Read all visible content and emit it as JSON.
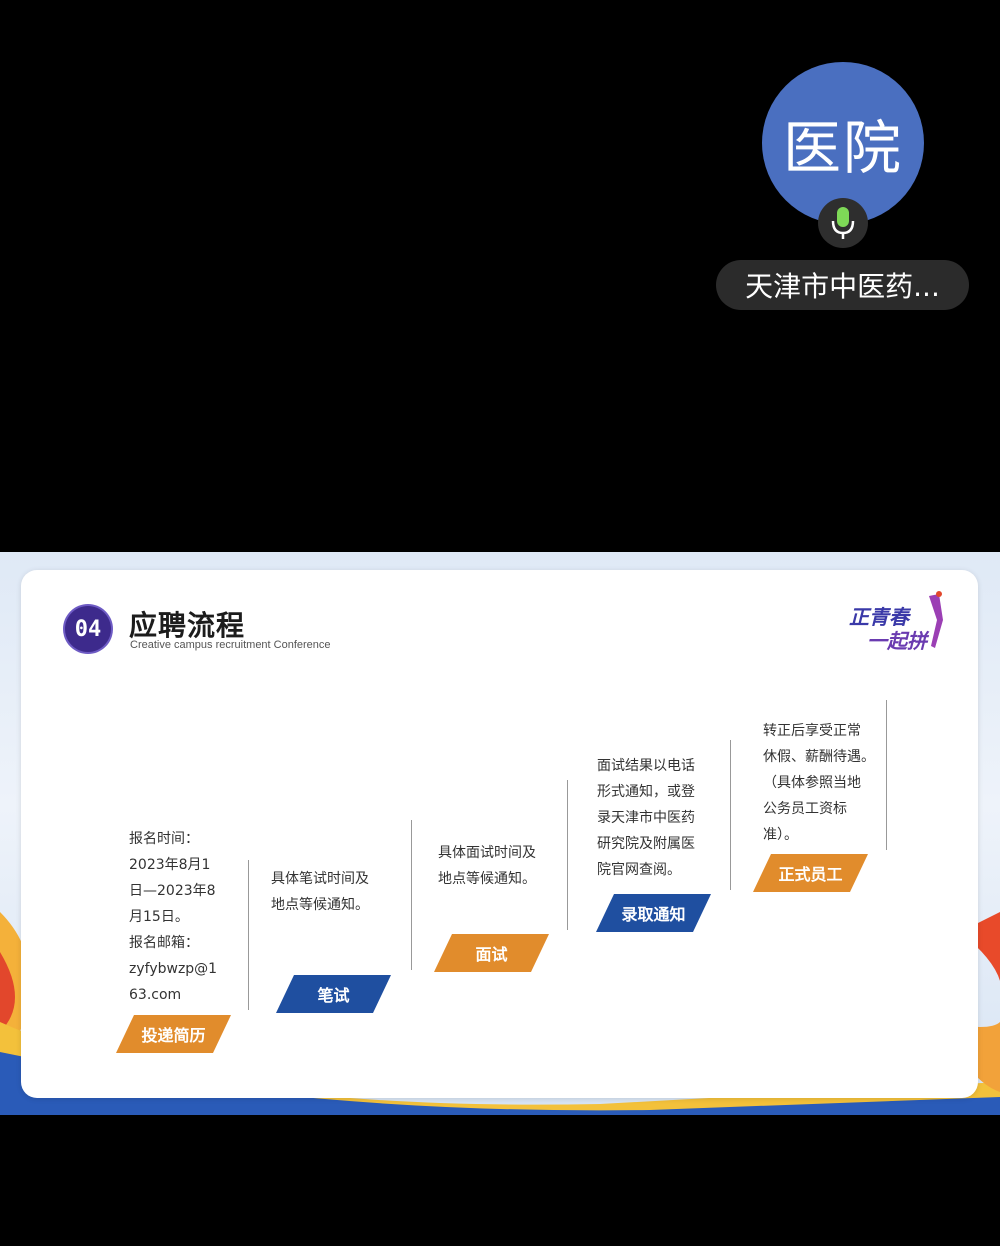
{
  "participant": {
    "avatar_text": "医院",
    "name": "天津市中医药...",
    "mic_icon": "microphone-icon"
  },
  "slide": {
    "number": "04",
    "title": "应聘流程",
    "subtitle": "Creative campus recruitment Conference",
    "logo_text_1": "正青春",
    "logo_text_2": "一起拼",
    "steps": [
      {
        "label": "投递简历",
        "color": "#e18c2c",
        "text": "报名时间：\n2023年8月1\n日—2023年8\n月15日。\n报名邮箱：\nzyfybwzp@1\n63.com"
      },
      {
        "label": "笔试",
        "color": "#1f4fa0",
        "text": "具体笔试时间及\n地点等候通知。"
      },
      {
        "label": "面试",
        "color": "#e18c2c",
        "text": "具体面试时间及\n地点等候通知。"
      },
      {
        "label": "录取通知",
        "color": "#1f4fa0",
        "text": "面试结果以电话\n形式通知，或登\n录天津市中医药\n研究院及附属医\n院官网查阅。"
      },
      {
        "label": "正式员工",
        "color": "#e18c2c",
        "text": "转正后享受正常\n休假、薪酬待遇。\n（具体参照当地\n公务员工资标\n准）。"
      }
    ]
  }
}
